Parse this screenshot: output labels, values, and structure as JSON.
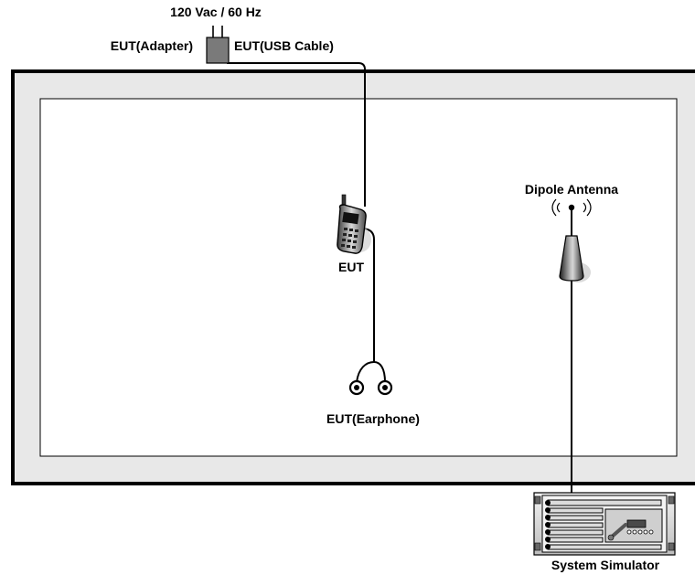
{
  "labels": {
    "power": "120 Vac / 60 Hz",
    "adapter": "EUT(Adapter)",
    "usb_cable": "EUT(USB Cable)",
    "eut": "EUT",
    "earphone": "EUT(Earphone)",
    "antenna": "Dipole Antenna",
    "simulator": "System Simulator"
  },
  "colors": {
    "chamber_outer": "#e8e8e8",
    "chamber_inner": "#ffffff",
    "adapter": "#7a7a7a",
    "line": "#000000"
  },
  "icons": {
    "adapter": "power-adapter-icon",
    "phone": "mobile-phone-icon",
    "earphone": "earphone-icon",
    "antenna": "dipole-antenna-icon",
    "simulator": "system-simulator-icon"
  }
}
